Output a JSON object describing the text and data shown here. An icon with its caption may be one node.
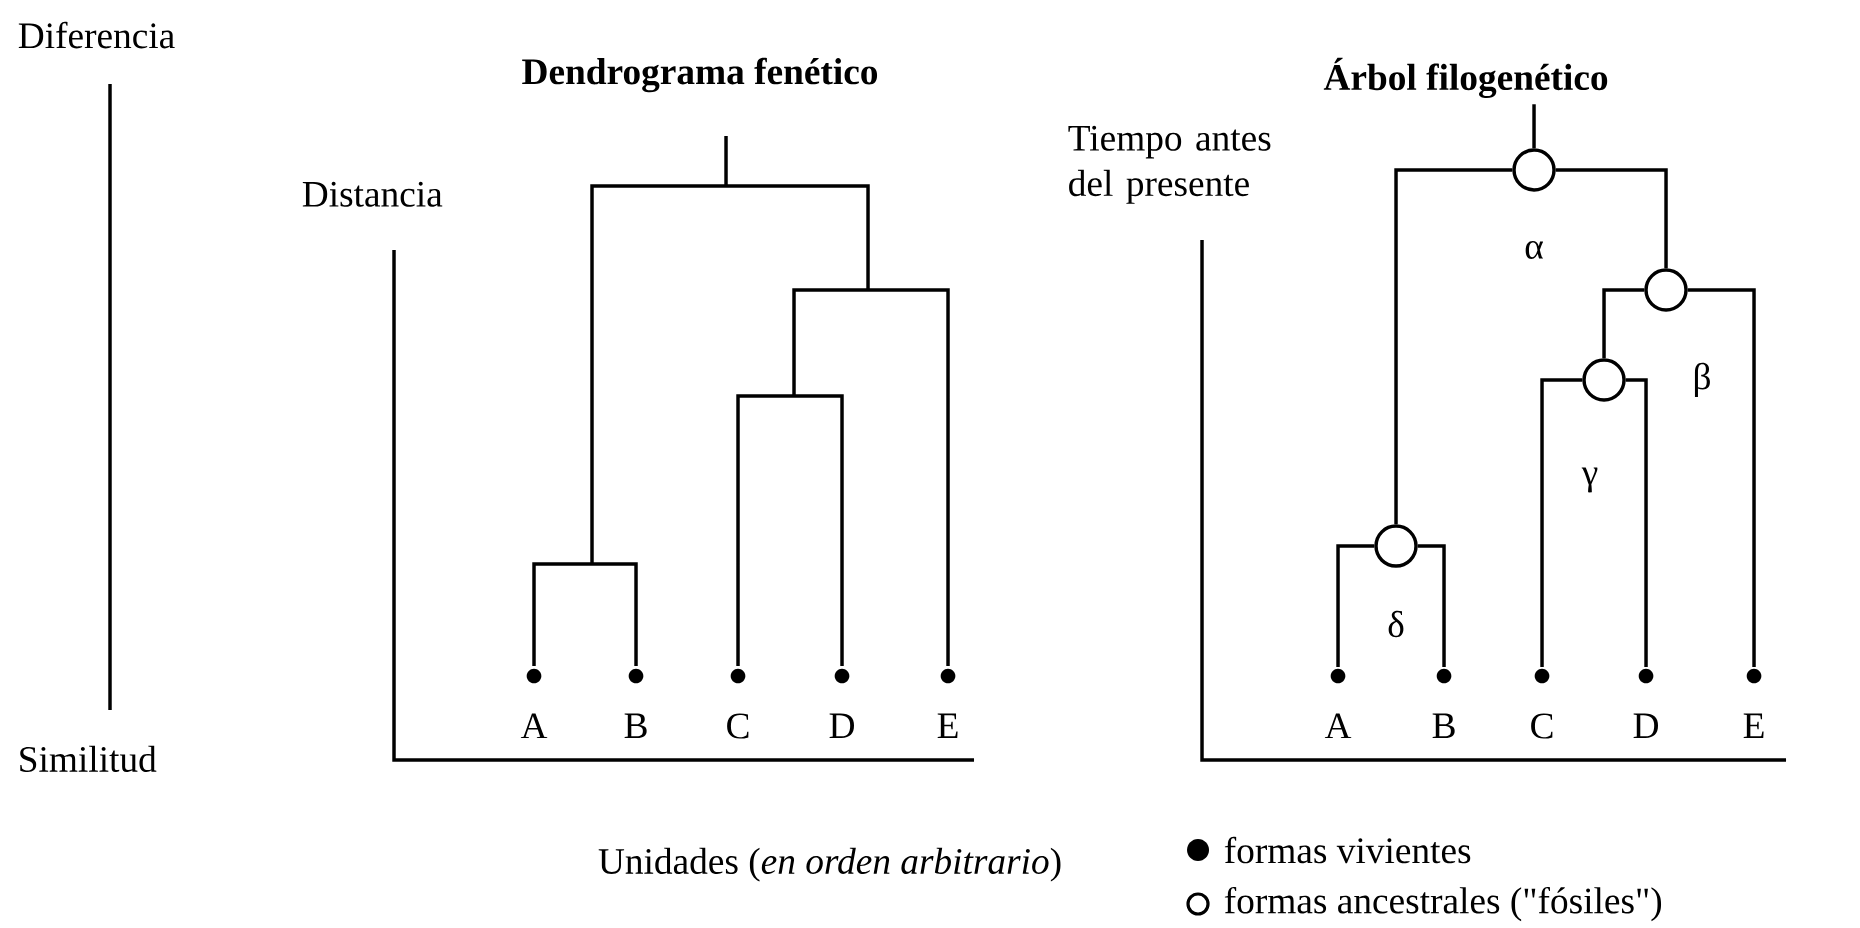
{
  "diagram": {
    "nodes": [
      {
        "text": [
          "A"
        ]
      },
      {
        "text": [
          "B"
        ]
      },
      {
        "text": [
          "C"
        ]
      },
      {
        "text": [
          "D"
        ]
      },
      {
        "text": [
          "E"
        ]
      },
      {
        "text": [],
        "shape": "circle",
        "beside": [
          "α"
        ]
      },
      {
        "text": [],
        "shape": "circle",
        "beside": [
          "β"
        ]
      },
      {
        "text": [],
        "shape": "circle",
        "beside": [
          "γ"
        ]
      },
      {
        "text": [],
        "shape": "circle",
        "beside": [
          "δ"
        ]
      },
      {
        "text": [
          "A"
        ]
      },
      {
        "text": [
          "B"
        ]
      },
      {
        "text": [
          "C"
        ]
      },
      {
        "text": [
          "D"
        ]
      },
      {
        "text": [
          "E"
        ]
      }
    ],
    "edges": [
      {
        "from": 5,
        "to": 8,
        "arrow": "none"
      },
      {
        "from": 5,
        "to": 6,
        "arrow": "none"
      },
      {
        "from": 6,
        "to": 7,
        "arrow": "none"
      },
      {
        "from": 6,
        "to": 13,
        "arrow": "none"
      },
      {
        "from": 7,
        "to": 11,
        "arrow": "none"
      },
      {
        "from": 7,
        "to": 12,
        "arrow": "none"
      },
      {
        "from": 8,
        "to": 9,
        "arrow": "none"
      },
      {
        "from": 8,
        "to": 10,
        "arrow": "none"
      }
    ],
    "labels": [
      "Diferencia",
      "Dendrograma fenético",
      "Árbol filogenético",
      "Distancia",
      "Tiempo antes del presente",
      "Similitud",
      "Unidades (*en orden arbitrario*)"
    ],
    "legend": [
      {
        "text": "formas vivientes"
      },
      {
        "text": "formas ancestrales (\"fósiles\")"
      }
    ]
  }
}
